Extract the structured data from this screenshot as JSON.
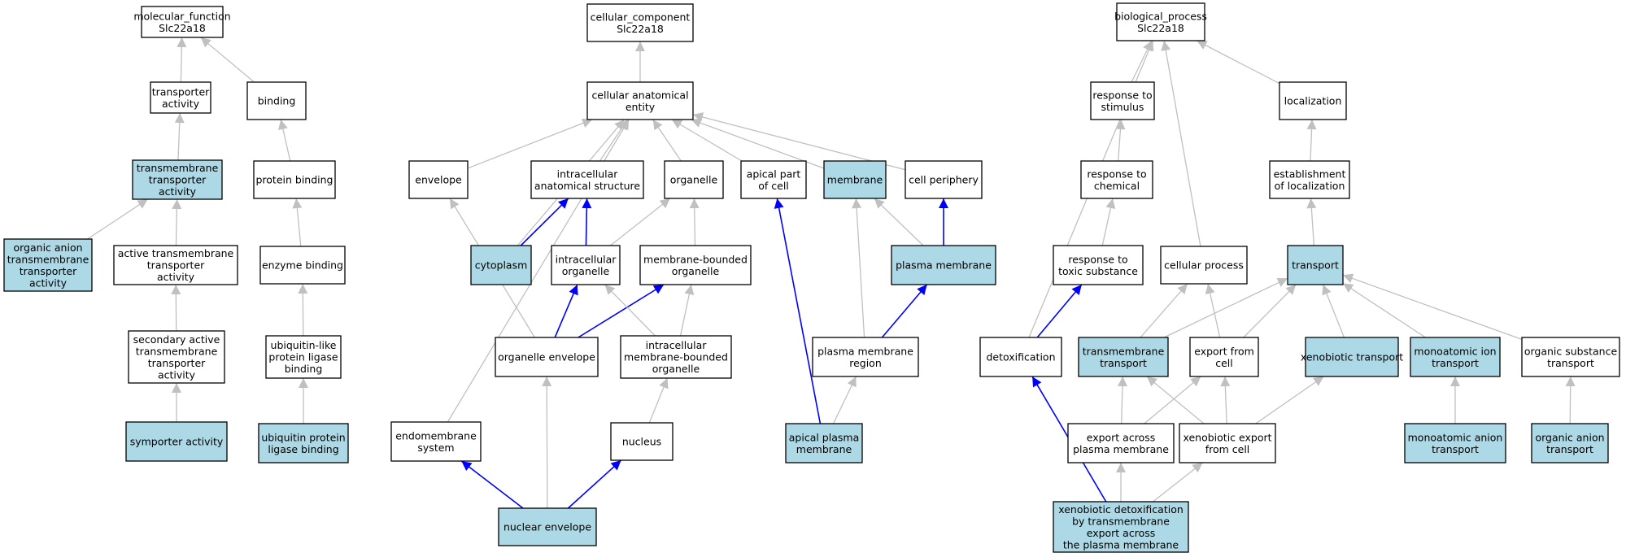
{
  "colors": {
    "highlight_fill": "#add8e6",
    "default_fill": "#ffffff",
    "gray_edge": "#c0c0c0",
    "blue_edge": "#0000ff"
  },
  "nodes": [
    {
      "id": "mf_root",
      "lines": [
        "molecular_function",
        "Slc22a18"
      ],
      "highlight": false
    },
    {
      "id": "transporter_activity",
      "lines": [
        "transporter",
        "activity"
      ],
      "highlight": false
    },
    {
      "id": "binding",
      "lines": [
        "binding"
      ],
      "highlight": false
    },
    {
      "id": "tm_transporter_activity",
      "lines": [
        "transmembrane",
        "transporter",
        "activity"
      ],
      "highlight": true
    },
    {
      "id": "protein_binding",
      "lines": [
        "protein binding"
      ],
      "highlight": false
    },
    {
      "id": "organic_anion_tm",
      "lines": [
        "organic anion",
        "transmembrane",
        "transporter",
        "activity"
      ],
      "highlight": true
    },
    {
      "id": "active_tm",
      "lines": [
        "active transmembrane",
        "transporter",
        "activity"
      ],
      "highlight": false
    },
    {
      "id": "enzyme_binding",
      "lines": [
        "enzyme binding"
      ],
      "highlight": false
    },
    {
      "id": "secondary_active",
      "lines": [
        "secondary active",
        "transmembrane",
        "transporter",
        "activity"
      ],
      "highlight": false
    },
    {
      "id": "ubl_ligase_binding",
      "lines": [
        "ubiquitin-like",
        "protein ligase",
        "binding"
      ],
      "highlight": false
    },
    {
      "id": "symporter",
      "lines": [
        "symporter activity"
      ],
      "highlight": true
    },
    {
      "id": "ub_ligase_binding",
      "lines": [
        "ubiquitin protein",
        "ligase binding"
      ],
      "highlight": true
    },
    {
      "id": "cc_root",
      "lines": [
        "cellular_component",
        "Slc22a18"
      ],
      "highlight": false
    },
    {
      "id": "cae",
      "lines": [
        "cellular anatomical",
        "entity"
      ],
      "highlight": false
    },
    {
      "id": "envelope",
      "lines": [
        "envelope"
      ],
      "highlight": false
    },
    {
      "id": "intracellular_as",
      "lines": [
        "intracellular",
        "anatomical structure"
      ],
      "highlight": false
    },
    {
      "id": "organelle",
      "lines": [
        "organelle"
      ],
      "highlight": false
    },
    {
      "id": "apical_part",
      "lines": [
        "apical part",
        "of cell"
      ],
      "highlight": false
    },
    {
      "id": "membrane",
      "lines": [
        "membrane"
      ],
      "highlight": true
    },
    {
      "id": "cell_periphery",
      "lines": [
        "cell periphery"
      ],
      "highlight": false
    },
    {
      "id": "cytoplasm",
      "lines": [
        "cytoplasm"
      ],
      "highlight": true
    },
    {
      "id": "intracellular_org",
      "lines": [
        "intracellular",
        "organelle"
      ],
      "highlight": false
    },
    {
      "id": "mb_organelle",
      "lines": [
        "membrane-bounded",
        "organelle"
      ],
      "highlight": false
    },
    {
      "id": "plasma_membrane",
      "lines": [
        "plasma membrane"
      ],
      "highlight": true
    },
    {
      "id": "organelle_envelope",
      "lines": [
        "organelle envelope"
      ],
      "highlight": false
    },
    {
      "id": "intra_mb_org",
      "lines": [
        "intracellular",
        "membrane-bounded",
        "organelle"
      ],
      "highlight": false
    },
    {
      "id": "pm_region",
      "lines": [
        "plasma membrane",
        "region"
      ],
      "highlight": false
    },
    {
      "id": "endomembrane",
      "lines": [
        "endomembrane",
        "system"
      ],
      "highlight": false
    },
    {
      "id": "nucleus",
      "lines": [
        "nucleus"
      ],
      "highlight": false
    },
    {
      "id": "apical_pm",
      "lines": [
        "apical plasma",
        "membrane"
      ],
      "highlight": true
    },
    {
      "id": "nuclear_envelope",
      "lines": [
        "nuclear envelope"
      ],
      "highlight": true
    },
    {
      "id": "bp_root",
      "lines": [
        "biological_process",
        "Slc22a18"
      ],
      "highlight": false
    },
    {
      "id": "resp_stimulus",
      "lines": [
        "response to",
        "stimulus"
      ],
      "highlight": false
    },
    {
      "id": "localization",
      "lines": [
        "localization"
      ],
      "highlight": false
    },
    {
      "id": "resp_chemical",
      "lines": [
        "response to",
        "chemical"
      ],
      "highlight": false
    },
    {
      "id": "est_localization",
      "lines": [
        "establishment",
        "of localization"
      ],
      "highlight": false
    },
    {
      "id": "resp_toxic",
      "lines": [
        "response to",
        "toxic substance"
      ],
      "highlight": false
    },
    {
      "id": "cellular_process",
      "lines": [
        "cellular process"
      ],
      "highlight": false
    },
    {
      "id": "transport",
      "lines": [
        "transport"
      ],
      "highlight": true
    },
    {
      "id": "detoxification",
      "lines": [
        "detoxification"
      ],
      "highlight": false
    },
    {
      "id": "tm_transport",
      "lines": [
        "transmembrane",
        "transport"
      ],
      "highlight": true
    },
    {
      "id": "export_from_cell",
      "lines": [
        "export from",
        "cell"
      ],
      "highlight": false
    },
    {
      "id": "xenobiotic_transport",
      "lines": [
        "xenobiotic transport"
      ],
      "highlight": true
    },
    {
      "id": "monoatomic_ion",
      "lines": [
        "monoatomic ion",
        "transport"
      ],
      "highlight": true
    },
    {
      "id": "organic_substance",
      "lines": [
        "organic substance",
        "transport"
      ],
      "highlight": false
    },
    {
      "id": "export_across_pm",
      "lines": [
        "export across",
        "plasma membrane"
      ],
      "highlight": false
    },
    {
      "id": "xeno_export",
      "lines": [
        "xenobiotic export",
        "from cell"
      ],
      "highlight": false
    },
    {
      "id": "monoatomic_anion",
      "lines": [
        "monoatomic anion",
        "transport"
      ],
      "highlight": true
    },
    {
      "id": "organic_anion_transport",
      "lines": [
        "organic anion",
        "transport"
      ],
      "highlight": true
    },
    {
      "id": "xeno_detox",
      "lines": [
        "xenobiotic detoxification",
        "by transmembrane",
        "export across",
        "the plasma membrane"
      ],
      "highlight": true
    }
  ],
  "edges": [
    {
      "from": "transporter_activity",
      "to": "mf_root",
      "color": "gray"
    },
    {
      "from": "binding",
      "to": "mf_root",
      "color": "gray"
    },
    {
      "from": "tm_transporter_activity",
      "to": "transporter_activity",
      "color": "gray"
    },
    {
      "from": "protein_binding",
      "to": "binding",
      "color": "gray"
    },
    {
      "from": "organic_anion_tm",
      "to": "tm_transporter_activity",
      "color": "gray"
    },
    {
      "from": "active_tm",
      "to": "tm_transporter_activity",
      "color": "gray"
    },
    {
      "from": "enzyme_binding",
      "to": "protein_binding",
      "color": "gray"
    },
    {
      "from": "secondary_active",
      "to": "active_tm",
      "color": "gray"
    },
    {
      "from": "ubl_ligase_binding",
      "to": "enzyme_binding",
      "color": "gray"
    },
    {
      "from": "symporter",
      "to": "secondary_active",
      "color": "gray"
    },
    {
      "from": "ub_ligase_binding",
      "to": "ubl_ligase_binding",
      "color": "gray"
    },
    {
      "from": "cae",
      "to": "cc_root",
      "color": "gray"
    },
    {
      "from": "envelope",
      "to": "cae",
      "color": "gray"
    },
    {
      "from": "intracellular_as",
      "to": "cae",
      "color": "gray"
    },
    {
      "from": "organelle",
      "to": "cae",
      "color": "gray"
    },
    {
      "from": "apical_part",
      "to": "cae",
      "color": "gray"
    },
    {
      "from": "membrane",
      "to": "cae",
      "color": "gray"
    },
    {
      "from": "cell_periphery",
      "to": "cae",
      "color": "gray"
    },
    {
      "from": "endomembrane",
      "to": "cae",
      "color": "gray"
    },
    {
      "from": "cytoplasm",
      "to": "cae",
      "color": "gray"
    },
    {
      "from": "cytoplasm",
      "to": "intracellular_as",
      "color": "blue"
    },
    {
      "from": "intracellular_org",
      "to": "intracellular_as",
      "color": "blue"
    },
    {
      "from": "intracellular_org",
      "to": "organelle",
      "color": "gray"
    },
    {
      "from": "mb_organelle",
      "to": "organelle",
      "color": "gray"
    },
    {
      "from": "plasma_membrane",
      "to": "membrane",
      "color": "gray"
    },
    {
      "from": "plasma_membrane",
      "to": "cell_periphery",
      "color": "blue"
    },
    {
      "from": "organelle_envelope",
      "to": "envelope",
      "color": "gray"
    },
    {
      "from": "organelle_envelope",
      "to": "intracellular_org",
      "color": "blue"
    },
    {
      "from": "organelle_envelope",
      "to": "mb_organelle",
      "color": "blue"
    },
    {
      "from": "intra_mb_org",
      "to": "intracellular_org",
      "color": "gray"
    },
    {
      "from": "intra_mb_org",
      "to": "mb_organelle",
      "color": "gray"
    },
    {
      "from": "pm_region",
      "to": "membrane",
      "color": "gray"
    },
    {
      "from": "pm_region",
      "to": "plasma_membrane",
      "color": "blue"
    },
    {
      "from": "nucleus",
      "to": "intra_mb_org",
      "color": "gray"
    },
    {
      "from": "apical_pm",
      "to": "apical_part",
      "color": "blue"
    },
    {
      "from": "apical_pm",
      "to": "pm_region",
      "color": "gray"
    },
    {
      "from": "nuclear_envelope",
      "to": "endomembrane",
      "color": "blue"
    },
    {
      "from": "nuclear_envelope",
      "to": "nucleus",
      "color": "blue"
    },
    {
      "from": "nuclear_envelope",
      "to": "organelle_envelope",
      "color": "gray"
    },
    {
      "from": "resp_stimulus",
      "to": "bp_root",
      "color": "gray"
    },
    {
      "from": "localization",
      "to": "bp_root",
      "color": "gray"
    },
    {
      "from": "cellular_process",
      "to": "bp_root",
      "color": "gray"
    },
    {
      "from": "detoxification",
      "to": "bp_root",
      "color": "gray"
    },
    {
      "from": "resp_chemical",
      "to": "resp_stimulus",
      "color": "gray"
    },
    {
      "from": "est_localization",
      "to": "localization",
      "color": "gray"
    },
    {
      "from": "resp_toxic",
      "to": "resp_chemical",
      "color": "gray"
    },
    {
      "from": "transport",
      "to": "est_localization",
      "color": "gray"
    },
    {
      "from": "detoxification",
      "to": "resp_toxic",
      "color": "blue"
    },
    {
      "from": "tm_transport",
      "to": "cellular_process",
      "color": "gray"
    },
    {
      "from": "tm_transport",
      "to": "transport",
      "color": "gray"
    },
    {
      "from": "export_from_cell",
      "to": "cellular_process",
      "color": "gray"
    },
    {
      "from": "export_from_cell",
      "to": "transport",
      "color": "gray"
    },
    {
      "from": "xenobiotic_transport",
      "to": "transport",
      "color": "gray"
    },
    {
      "from": "monoatomic_ion",
      "to": "transport",
      "color": "gray"
    },
    {
      "from": "organic_substance",
      "to": "transport",
      "color": "gray"
    },
    {
      "from": "export_across_pm",
      "to": "tm_transport",
      "color": "gray"
    },
    {
      "from": "export_across_pm",
      "to": "export_from_cell",
      "color": "gray"
    },
    {
      "from": "xeno_export",
      "to": "tm_transport",
      "color": "gray"
    },
    {
      "from": "xeno_export",
      "to": "export_from_cell",
      "color": "gray"
    },
    {
      "from": "xeno_export",
      "to": "xenobiotic_transport",
      "color": "gray"
    },
    {
      "from": "monoatomic_anion",
      "to": "monoatomic_ion",
      "color": "gray"
    },
    {
      "from": "organic_anion_transport",
      "to": "organic_substance",
      "color": "gray"
    },
    {
      "from": "xeno_detox",
      "to": "detoxification",
      "color": "blue"
    },
    {
      "from": "xeno_detox",
      "to": "export_across_pm",
      "color": "gray"
    },
    {
      "from": "xeno_detox",
      "to": "xeno_export",
      "color": "gray"
    }
  ]
}
